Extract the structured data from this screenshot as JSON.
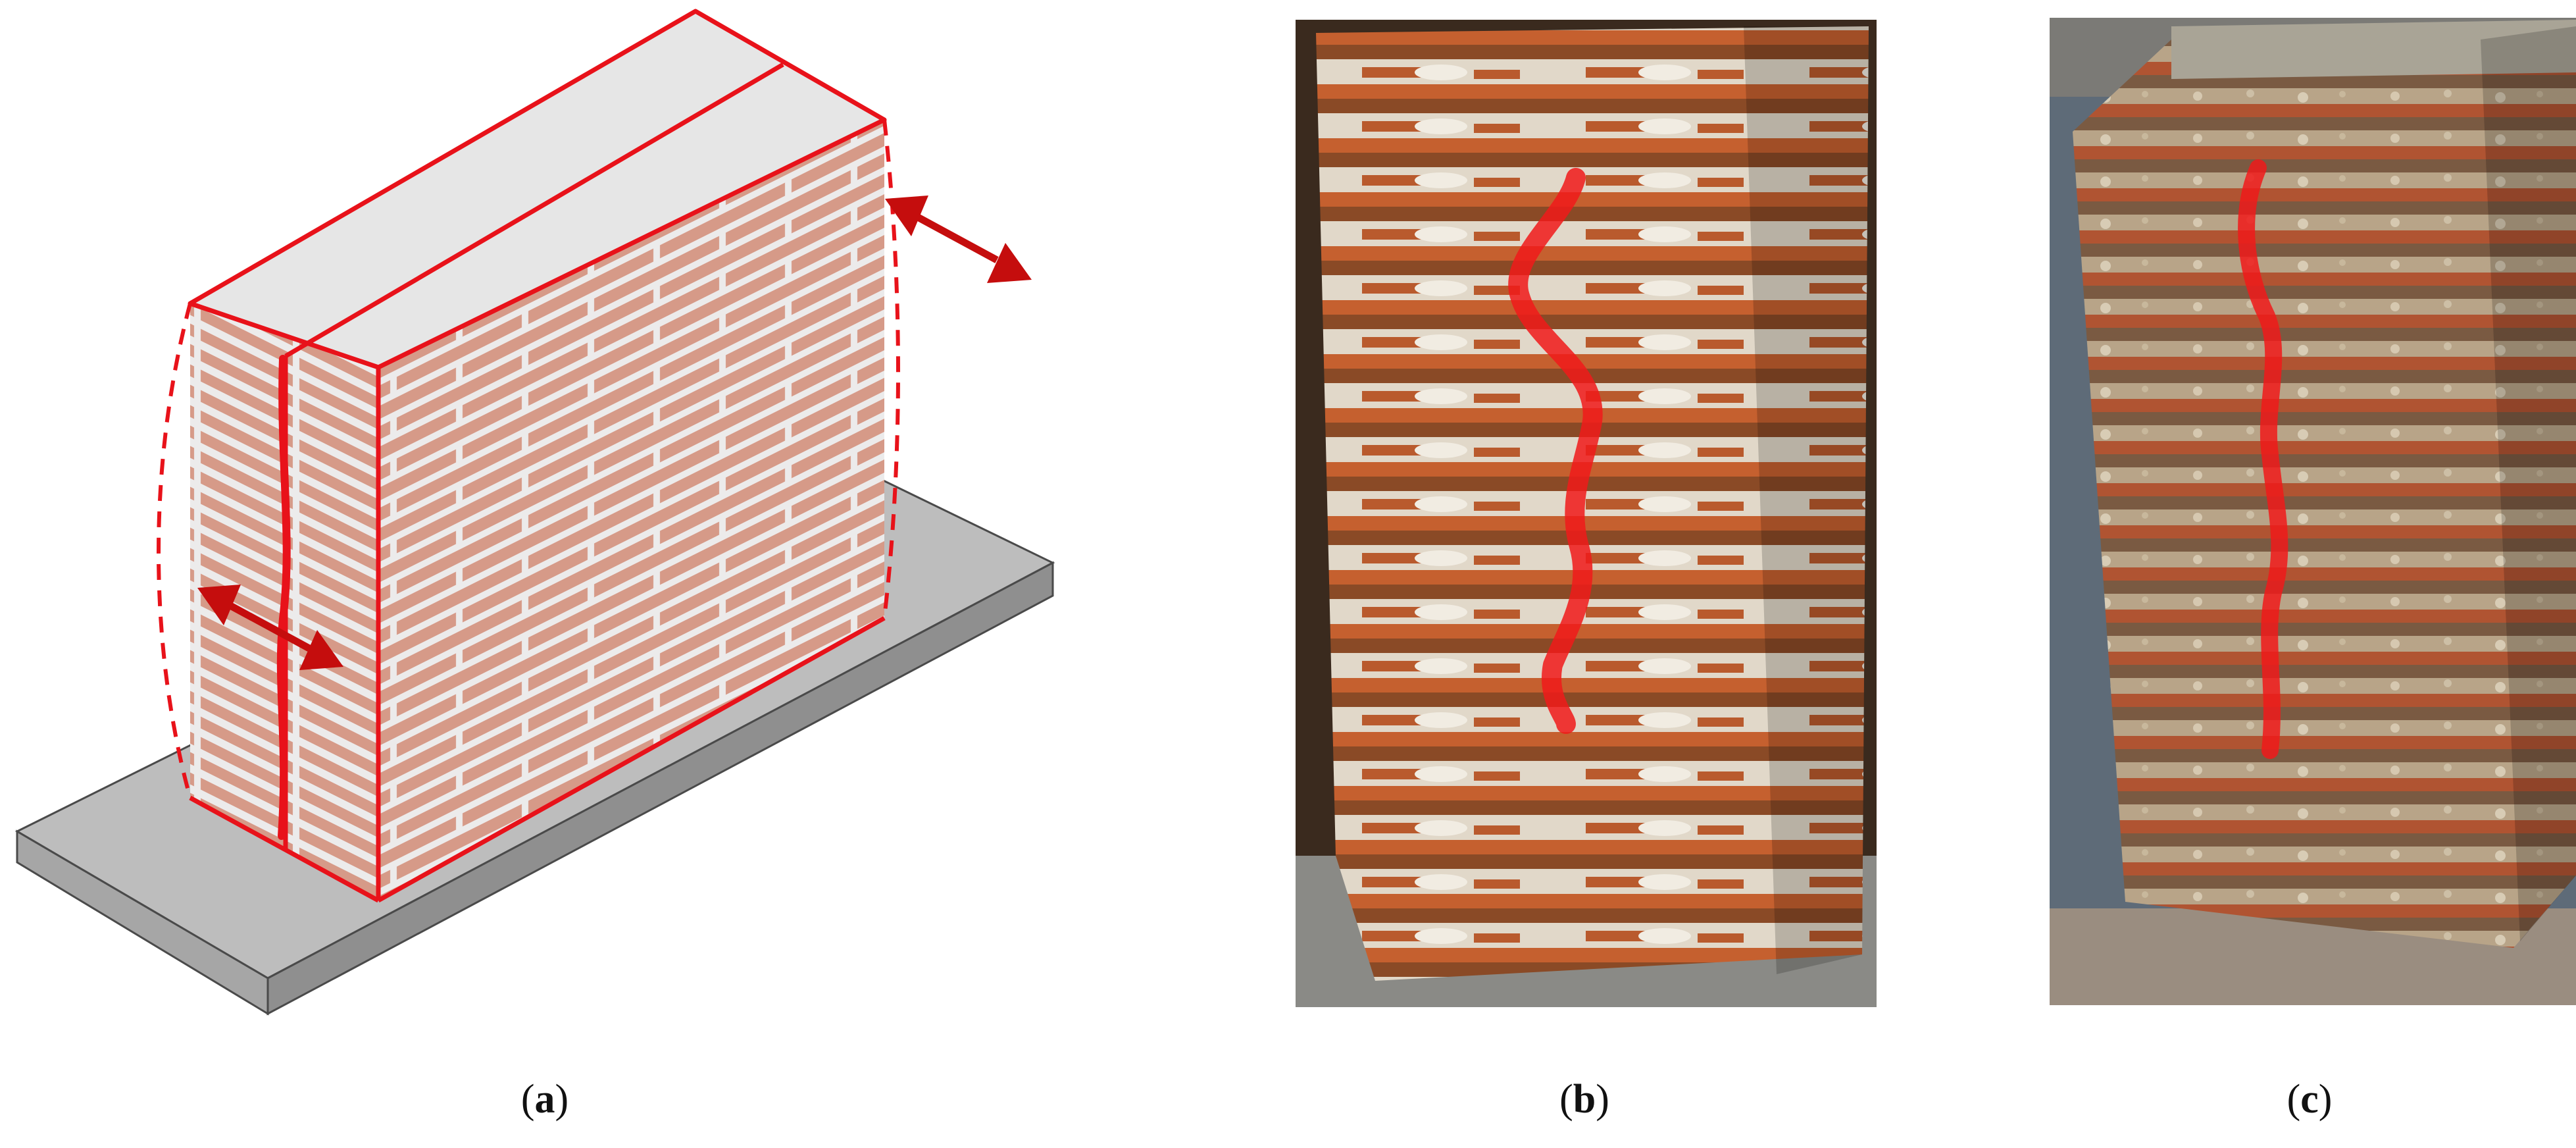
{
  "panels": [
    {
      "id": "a",
      "letter": "a",
      "kind": "schematic"
    },
    {
      "id": "b",
      "letter": "b",
      "kind": "photo"
    },
    {
      "id": "c",
      "letter": "c",
      "kind": "photo"
    }
  ],
  "captions": {
    "open": "(",
    "close": ")"
  },
  "colors": {
    "outline": "#e8121a",
    "arrow": "#c50d0d",
    "brick": "#d69a88",
    "mortar": "#ecebeb",
    "top_face": "#e6e6e6",
    "base_top": "#bdbdbd",
    "base_edge": "#9a9a9a",
    "crack": "#f01a1a",
    "photo_brick": "#b4542c",
    "photo_mortar": "#ddd3c4"
  },
  "icons": {
    "arrow": "double-headed-arrow-icon"
  }
}
